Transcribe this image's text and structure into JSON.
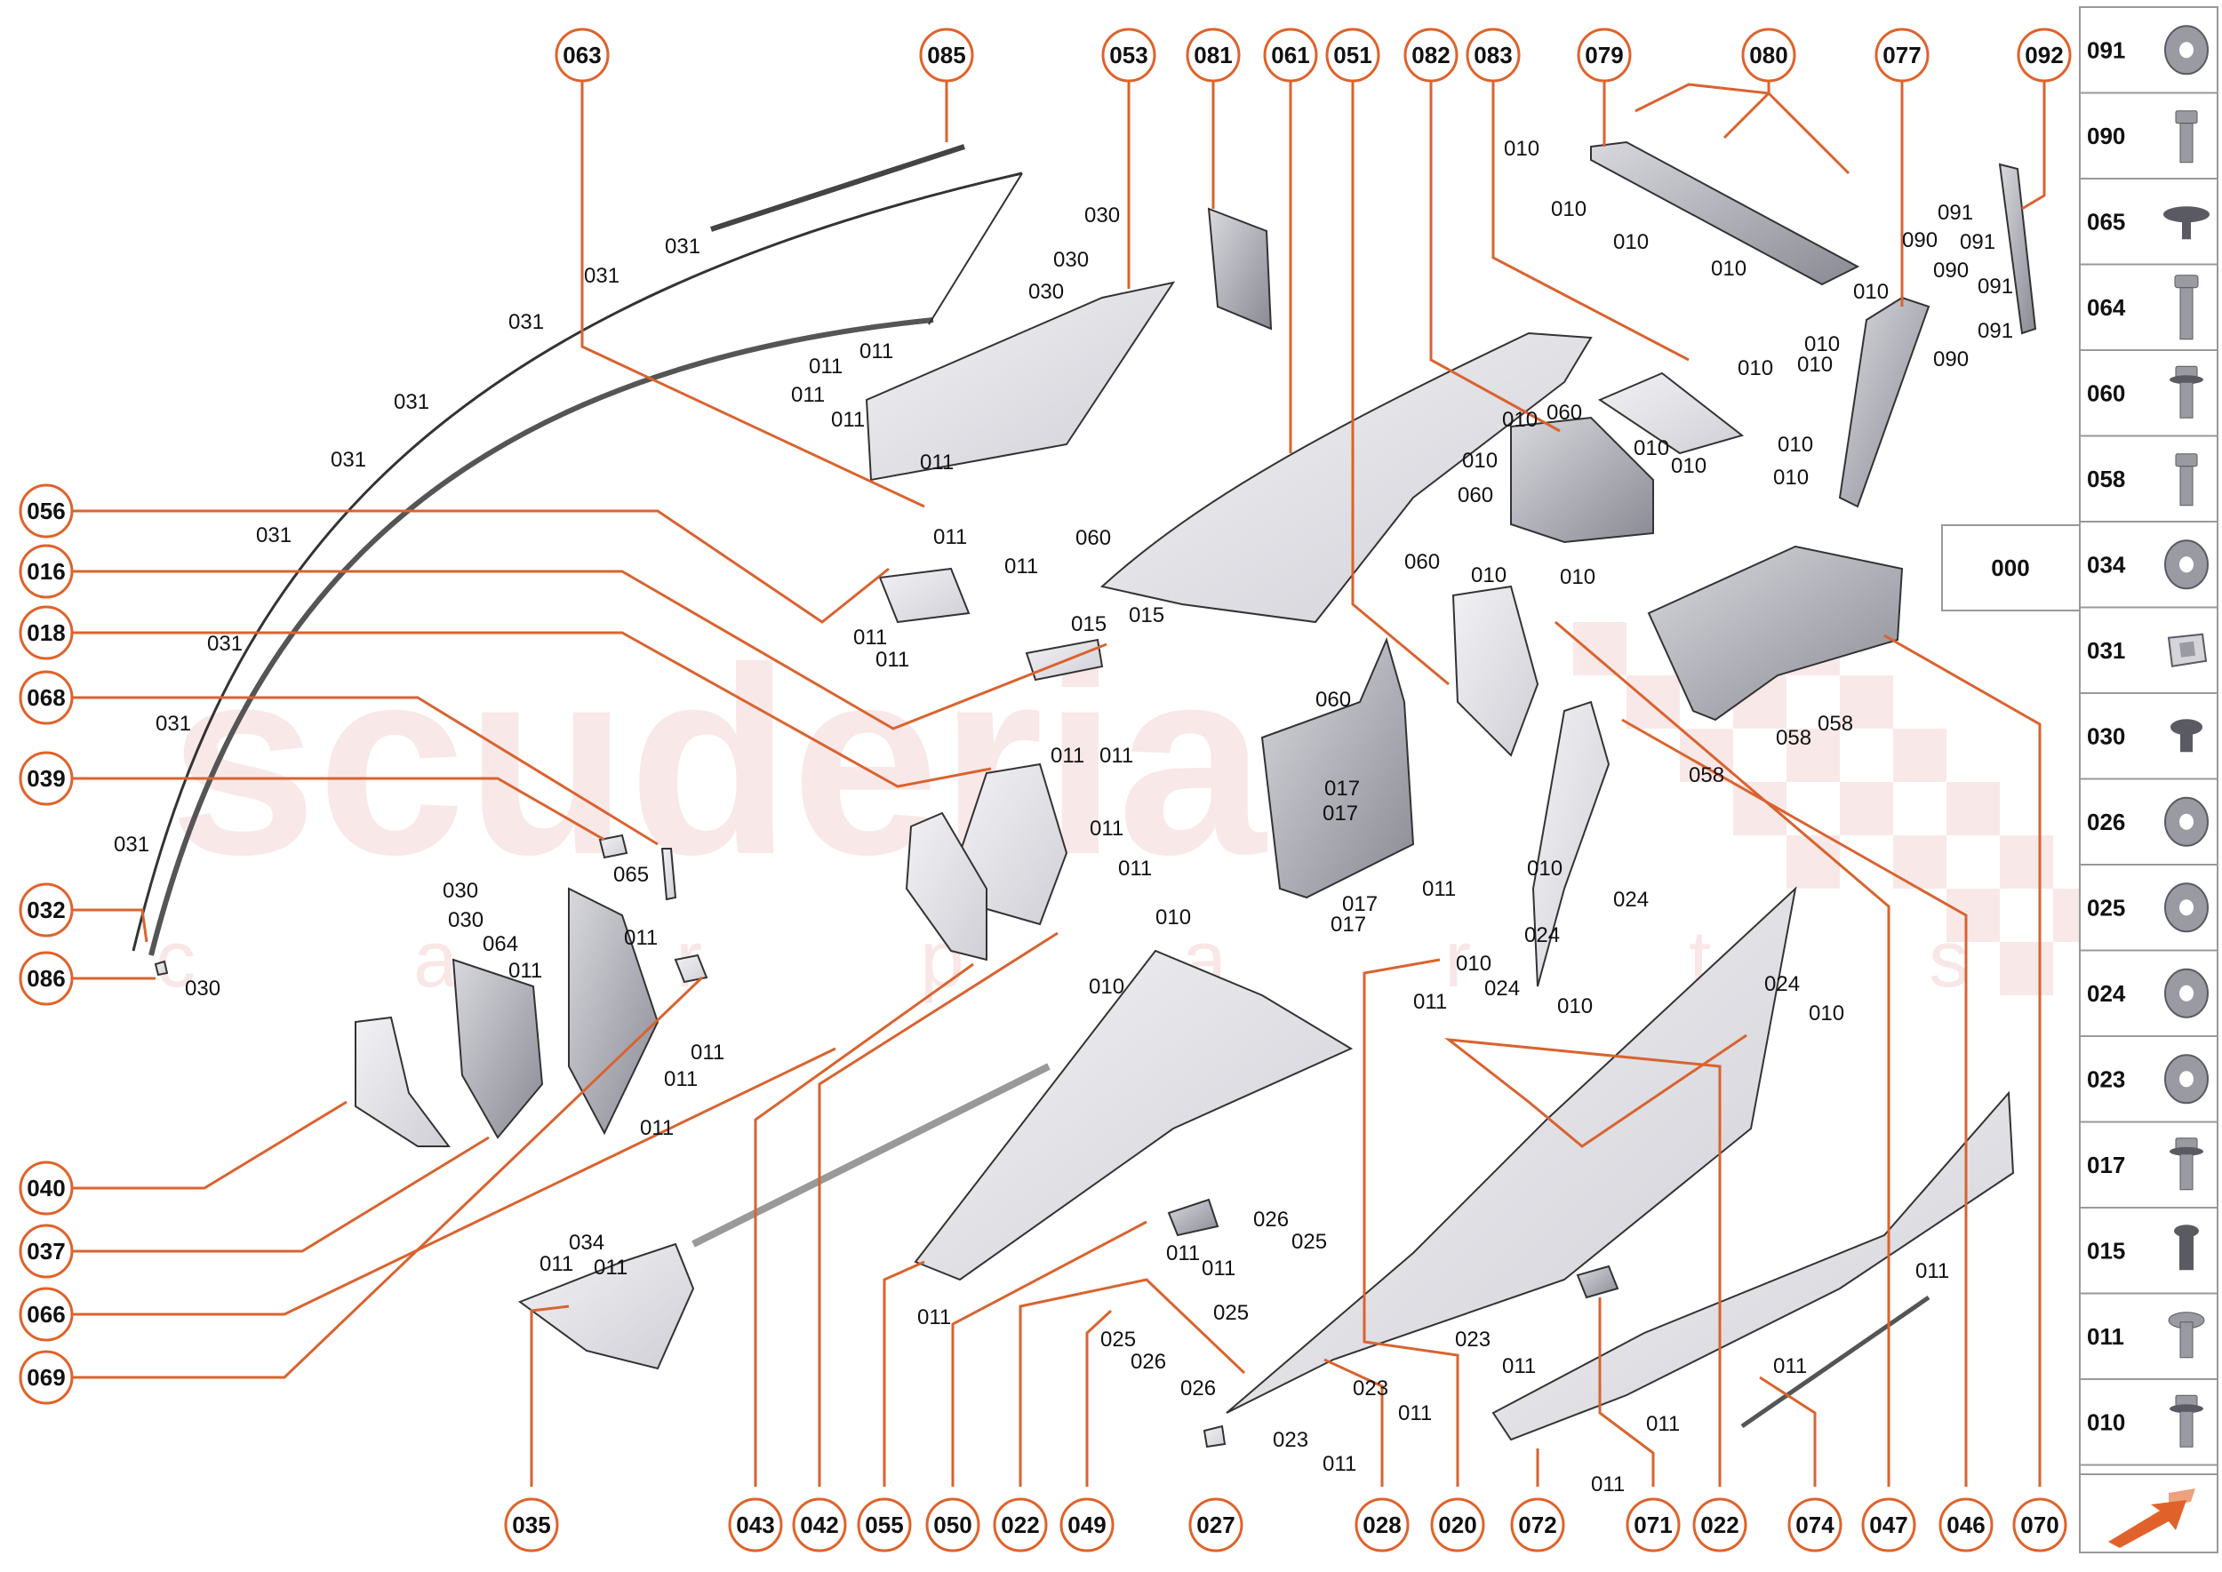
{
  "watermark": {
    "main": "scuderia",
    "sub": "c a r p a r t s"
  },
  "callouts": [
    {
      "id": "063"
    },
    {
      "id": "085"
    },
    {
      "id": "053"
    },
    {
      "id": "081"
    },
    {
      "id": "061"
    },
    {
      "id": "051"
    },
    {
      "id": "082"
    },
    {
      "id": "083"
    },
    {
      "id": "079"
    },
    {
      "id": "080"
    },
    {
      "id": "077"
    },
    {
      "id": "092"
    },
    {
      "id": "056"
    },
    {
      "id": "016"
    },
    {
      "id": "018"
    },
    {
      "id": "068"
    },
    {
      "id": "039"
    },
    {
      "id": "032"
    },
    {
      "id": "086"
    },
    {
      "id": "040"
    },
    {
      "id": "037"
    },
    {
      "id": "066"
    },
    {
      "id": "069"
    },
    {
      "id": "035"
    },
    {
      "id": "043"
    },
    {
      "id": "042"
    },
    {
      "id": "055"
    },
    {
      "id": "050"
    },
    {
      "id": "022"
    },
    {
      "id": "049"
    },
    {
      "id": "027"
    },
    {
      "id": "028"
    },
    {
      "id": "020"
    },
    {
      "id": "072"
    },
    {
      "id": "071"
    },
    {
      "id": "022"
    },
    {
      "id": "074"
    },
    {
      "id": "047"
    },
    {
      "id": "046"
    },
    {
      "id": "070"
    }
  ],
  "labels": [
    "031",
    "031",
    "031",
    "031",
    "031",
    "031",
    "031",
    "031",
    "031",
    "031",
    "030",
    "030",
    "030",
    "011",
    "011",
    "011",
    "011",
    "011",
    "011",
    "011",
    "011",
    "011",
    "060",
    "015",
    "015",
    "060",
    "060",
    "060",
    "010",
    "010",
    "010",
    "010",
    "060",
    "010",
    "010",
    "010",
    "010",
    "010",
    "010",
    "010",
    "010",
    "010",
    "010",
    "010",
    "010",
    "010",
    "090",
    "091",
    "090",
    "091",
    "091",
    "090",
    "091",
    "090",
    "058",
    "058",
    "058",
    "017",
    "017",
    "017",
    "017",
    "011",
    "011",
    "011",
    "011",
    "030",
    "030",
    "064",
    "065",
    "011",
    "011",
    "011",
    "011",
    "011",
    "011",
    "010",
    "010",
    "011",
    "034",
    "011",
    "011",
    "026",
    "025",
    "011",
    "011",
    "025",
    "025",
    "026",
    "026",
    "023",
    "011",
    "023",
    "011",
    "023",
    "011",
    "011",
    "011",
    "010",
    "010",
    "010",
    "024",
    "024",
    "024",
    "024",
    "010",
    "011",
    "011",
    "011",
    "011",
    "011",
    "030"
  ],
  "legend": [
    {
      "code": "091",
      "icon": "washer-icon"
    },
    {
      "code": "090",
      "icon": "bolt-icon"
    },
    {
      "code": "065",
      "icon": "push-clip-icon"
    },
    {
      "code": "064",
      "icon": "long-bolt-icon"
    },
    {
      "code": "060",
      "icon": "flange-bolt-icon"
    },
    {
      "code": "058",
      "icon": "bolt-icon"
    },
    {
      "code": "034",
      "icon": "washer-icon"
    },
    {
      "code": "031",
      "icon": "spring-clip-icon"
    },
    {
      "code": "030",
      "icon": "short-screw-icon"
    },
    {
      "code": "026",
      "icon": "washer-icon"
    },
    {
      "code": "025",
      "icon": "washer-icon"
    },
    {
      "code": "024",
      "icon": "washer-icon"
    },
    {
      "code": "023",
      "icon": "washer-icon"
    },
    {
      "code": "017",
      "icon": "flange-bolt-icon"
    },
    {
      "code": "015",
      "icon": "screw-icon"
    },
    {
      "code": "011",
      "icon": "flat-head-bolt-icon"
    },
    {
      "code": "010",
      "icon": "flange-bolt-icon"
    }
  ],
  "legend_aside": {
    "code": "000"
  },
  "colors": {
    "accent": "#e0622a",
    "line": "#d9632f",
    "part_fill": "#e6e6ea",
    "part_stroke": "#333333",
    "legend_border": "#999999"
  }
}
